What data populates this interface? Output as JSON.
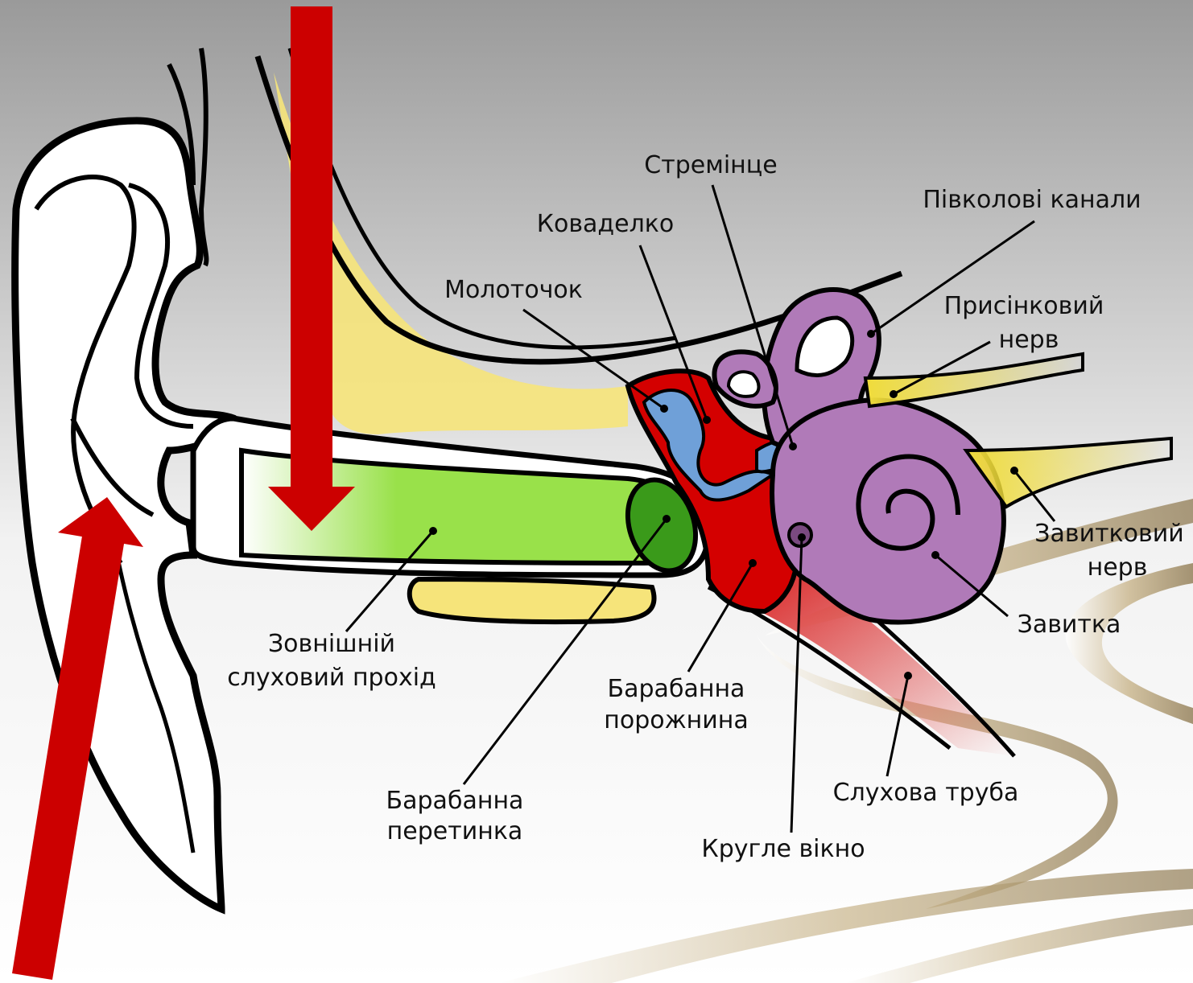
{
  "labels": {
    "stapes": "Стремінце",
    "semicircular_canals": "Півколові канали",
    "incus": "Коваделко",
    "malleus": "Молоточок",
    "vestibular_nerve_1": "Присінковий",
    "vestibular_nerve_2": "нерв",
    "cochlear_nerve_1": "Завитковий",
    "cochlear_nerve_2": "нерв",
    "cochlea": "Завитка",
    "ear_canal_1": "Зовнішній",
    "ear_canal_2": "слуховий прохід",
    "tympanic_cavity_1": "Барабанна",
    "tympanic_cavity_2": "порожнина",
    "eardrum_1": "Барабанна",
    "eardrum_2": "перетинка",
    "eustachian_tube": "Слухова труба",
    "round_window": "Кругле вікно"
  },
  "colors": {
    "background_top": "#9a9a9a",
    "background_bottom": "#ffffff",
    "arrow": "#cc0000",
    "ear_canal": "#99e14a",
    "eardrum": "#3a9a1a",
    "bone": "#f6e47a",
    "cavity": "#d40000",
    "ossicles": "#6fa0d8",
    "inner_ear": "#b07ab8",
    "nerve": "#f0dc3a",
    "swoosh": "#b09a70"
  }
}
